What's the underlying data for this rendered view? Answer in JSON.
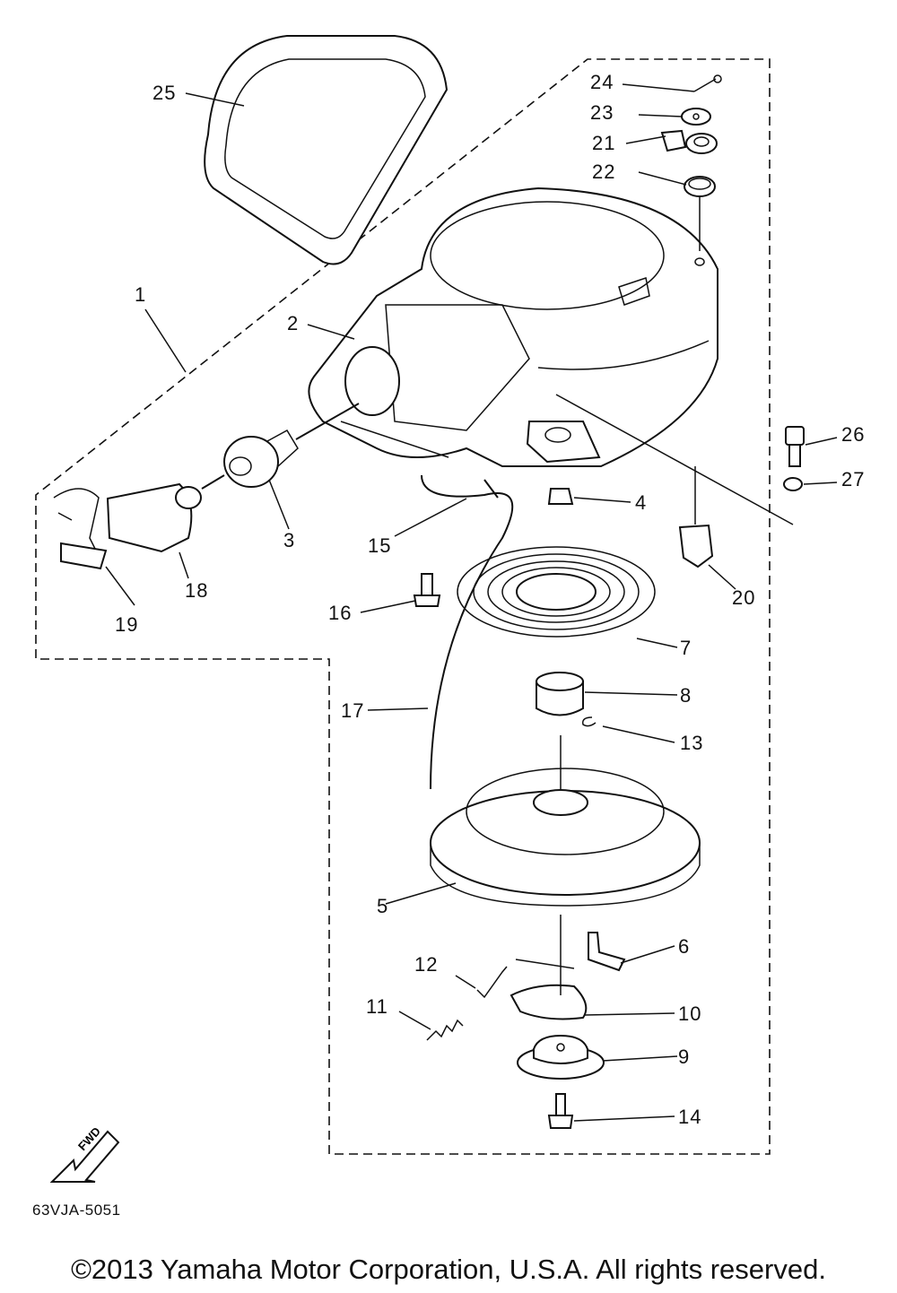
{
  "diagram": {
    "callouts": {
      "c1": "1",
      "c2": "2",
      "c3": "3",
      "c4": "4",
      "c5": "5",
      "c6": "6",
      "c7": "7",
      "c8": "8",
      "c9": "9",
      "c10": "10",
      "c11": "11",
      "c12": "12",
      "c13": "13",
      "c14": "14",
      "c15": "15",
      "c16": "16",
      "c17": "17",
      "c18": "18",
      "c19": "19",
      "c20": "20",
      "c21": "21",
      "c22": "22",
      "c23": "23",
      "c24": "24",
      "c25": "25",
      "c26": "26",
      "c27": "27"
    },
    "fwd_label": "FWD",
    "drawing_code": "63VJA-5051"
  },
  "footer": {
    "copyright": "©2013 Yamaha Motor Corporation, U.S.A. All rights reserved."
  }
}
